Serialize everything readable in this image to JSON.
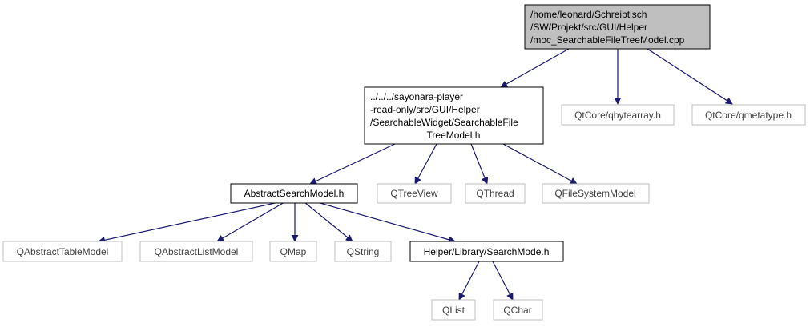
{
  "colors": {
    "edge": "#191970",
    "node_border_dark": "#000000",
    "node_border_grey": "#bfbfbf",
    "node_fill_root": "#bfbfbf",
    "node_fill": "#ffffff"
  },
  "nodes": {
    "root": {
      "lines": [
        "/home/leonard/Schreibtisch",
        "/SW/Projekt/src/GUI/Helper",
        "/moc_SearchableFileTreeModel.cpp"
      ]
    },
    "searchable_file_tree_model_h": {
      "lines": [
        "../../../sayonara-player",
        "-read-only/src/GUI/Helper",
        "/SearchableWidget/SearchableFile",
        "TreeModel.h"
      ]
    },
    "qbytearray": {
      "lines": [
        "QtCore/qbytearray.h"
      ]
    },
    "qmetatype": {
      "lines": [
        "QtCore/qmetatype.h"
      ]
    },
    "abstract_search_model_h": {
      "lines": [
        "AbstractSearchModel.h"
      ]
    },
    "qtreeview": {
      "lines": [
        "QTreeView"
      ]
    },
    "qthread": {
      "lines": [
        "QThread"
      ]
    },
    "qfilesystemmodel": {
      "lines": [
        "QFileSystemModel"
      ]
    },
    "qabstracttablemodel": {
      "lines": [
        "QAbstractTableModel"
      ]
    },
    "qabstractlistmodel": {
      "lines": [
        "QAbstractListModel"
      ]
    },
    "qmap": {
      "lines": [
        "QMap"
      ]
    },
    "qstring": {
      "lines": [
        "QString"
      ]
    },
    "search_mode_h": {
      "lines": [
        "Helper/Library/SearchMode.h"
      ]
    },
    "qlist": {
      "lines": [
        "QList"
      ]
    },
    "qchar": {
      "lines": [
        "QChar"
      ]
    }
  }
}
